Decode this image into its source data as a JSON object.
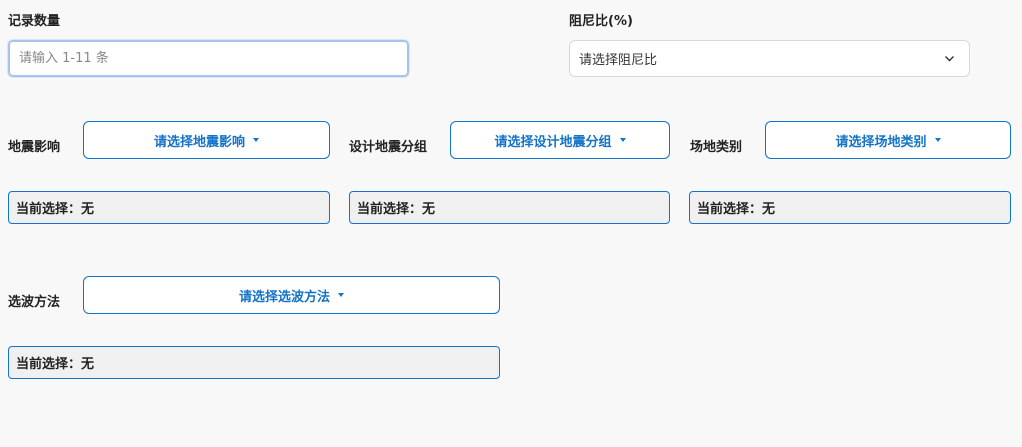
{
  "record_count": {
    "label": "记录数量",
    "placeholder": "请输入 1-11 条",
    "value": ""
  },
  "damping": {
    "label": "阻尼比(%)",
    "selected": "请选择阻尼比",
    "icon": "chevron-down-icon"
  },
  "seismic_effect": {
    "label": "地震影响",
    "button": "请选择地震影响",
    "current": "当前选择：无"
  },
  "design_group": {
    "label": "设计地震分组",
    "button": "请选择设计地震分组",
    "current": "当前选择：无"
  },
  "site_class": {
    "label": "场地类别",
    "button": "请选择场地类别",
    "current": "当前选择：无"
  },
  "wave_method": {
    "label": "选波方法",
    "button": "请选择选波方法",
    "current": "当前选择：无"
  },
  "colors": {
    "accent": "#1473c8",
    "current_bg": "#f0f0f0",
    "page_bg": "#f8f8f8"
  }
}
